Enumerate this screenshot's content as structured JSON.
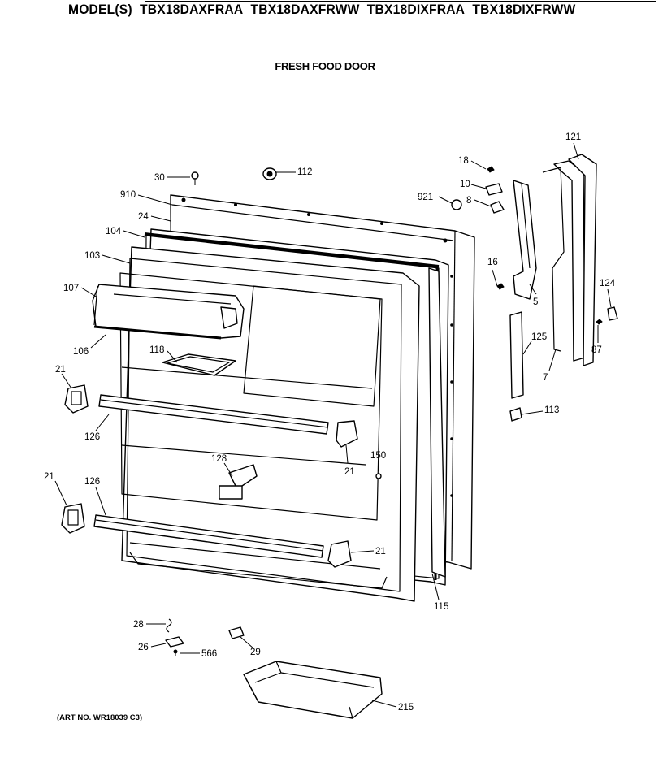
{
  "header": {
    "prefix": "MODEL(S)",
    "models": [
      "TBX18DAXFRAA",
      "TBX18DAXFRWW",
      "TBX18DIXFRAA",
      "TBX18DIXFRWW"
    ]
  },
  "title": "FRESH FOOD DOOR",
  "art_number": "(ART NO. WR18039 C3)",
  "callouts": [
    "30",
    "112",
    "910",
    "24",
    "104",
    "103",
    "107",
    "106",
    "118",
    "21",
    "126",
    "128",
    "150",
    "21",
    "21",
    "126",
    "21",
    "18",
    "10",
    "921",
    "8",
    "16",
    "5",
    "121",
    "124",
    "125",
    "7",
    "87",
    "113",
    "115",
    "28",
    "26",
    "566",
    "29",
    "215"
  ]
}
